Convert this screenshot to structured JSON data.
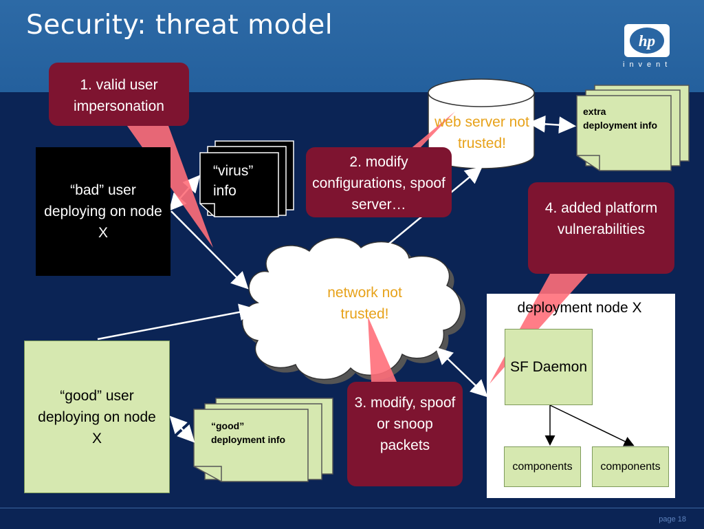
{
  "slide": {
    "title": "Security: threat model",
    "page_number": "page 18"
  },
  "logo": {
    "mark": "hp",
    "tagline": "invent"
  },
  "nodes": {
    "bad_user": "“bad” user deploying on node X",
    "good_user": "“good” user deploying on node X",
    "virus_info": "“virus” info",
    "good_info": "“good” deployment info",
    "extra_info": "extra deployment info",
    "web_server": "web server not trusted!",
    "network": "network not trusted!",
    "deployment_node": "deployment node X",
    "sf_daemon": "SF Daemon",
    "components_1": "components",
    "components_2": "components"
  },
  "threats": [
    {
      "label": "1. valid user impersonation"
    },
    {
      "label": "2. modify configurations, spoof server…"
    },
    {
      "label": "3. modify, spoof or snoop packets"
    },
    {
      "label": "4. added platform vulnerabilities"
    }
  ],
  "colors": {
    "background": "#0b2455",
    "header": "#2a66a3",
    "callout": "#7e1430",
    "callout_tail": "#ff6f7a",
    "green": "#d6e8b0",
    "orange_text": "#e7a21a"
  }
}
